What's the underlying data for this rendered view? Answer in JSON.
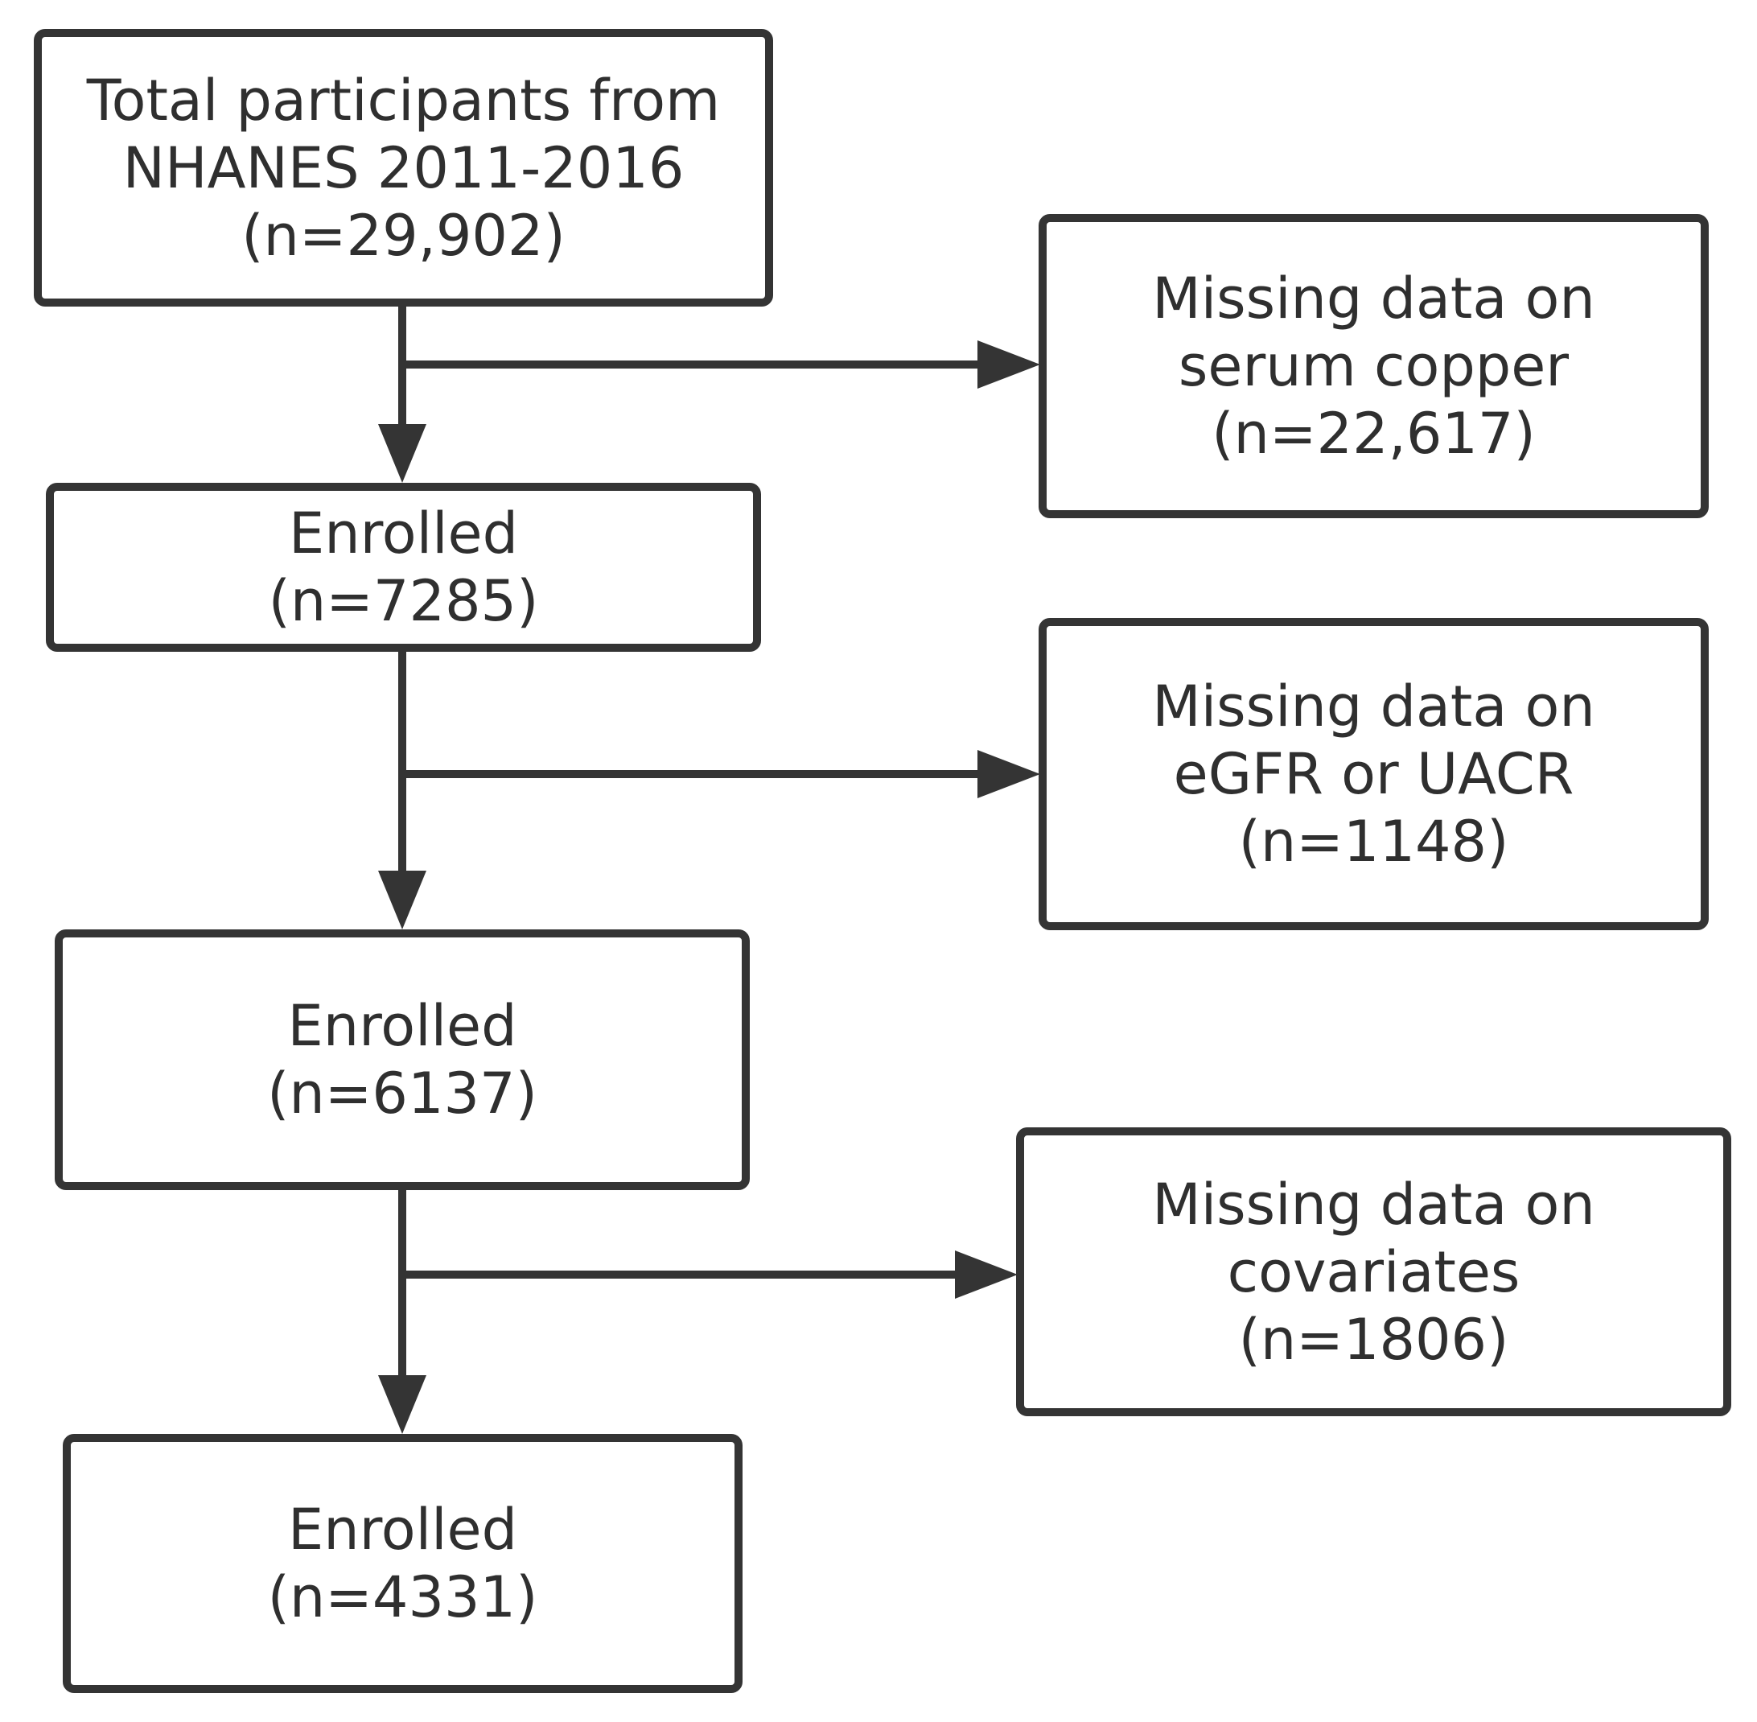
{
  "flowchart": {
    "main_boxes": [
      {
        "lines": [
          "Total participants from",
          "NHANES 2011-2016",
          "(n=29,902)"
        ]
      },
      {
        "lines": [
          "Enrolled",
          "(n=7285)"
        ]
      },
      {
        "lines": [
          "Enrolled",
          "(n=6137)"
        ]
      },
      {
        "lines": [
          "Enrolled",
          "(n=4331)"
        ]
      }
    ],
    "exclusion_boxes": [
      {
        "lines": [
          "Missing data on",
          "serum copper",
          "(n=22,617)"
        ]
      },
      {
        "lines": [
          "Missing data on",
          "eGFR or UACR",
          "(n=1148)"
        ]
      },
      {
        "lines": [
          "Missing data on",
          "covariates",
          "(n=1806)"
        ]
      }
    ],
    "colors": {
      "line": "#343434",
      "text": "#2f2f2f",
      "background": "#ffffff"
    }
  }
}
